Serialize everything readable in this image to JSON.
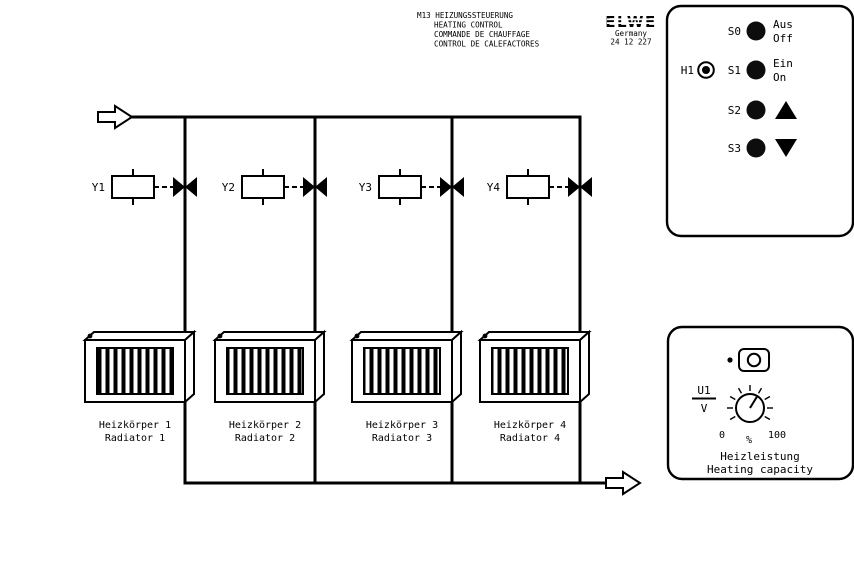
{
  "title_block": {
    "line1": "M13 HEIZUNGSSTEUERUNG",
    "line2": "HEATING CONTROL",
    "line3": "COMMANDE DE CHAUFFAGE",
    "line4": "CONTROL DE CALEFACTORES"
  },
  "logo": {
    "name": "ELWE",
    "country": "Germany",
    "number": "24 12 227"
  },
  "control_panel": {
    "h1": {
      "label": "H1"
    },
    "s0": {
      "label": "S0",
      "line1": "Aus",
      "line2": "Off"
    },
    "s1": {
      "label": "S1",
      "line1": "Ein",
      "line2": "On"
    },
    "s2": {
      "label": "S2"
    },
    "s3": {
      "label": "S3"
    }
  },
  "valves": [
    {
      "label": "Y1"
    },
    {
      "label": "Y2"
    },
    {
      "label": "Y3"
    },
    {
      "label": "Y4"
    }
  ],
  "radiators": [
    {
      "line1": "Heizkörper 1",
      "line2": "Radiator 1"
    },
    {
      "line1": "Heizkörper 2",
      "line2": "Radiator 2"
    },
    {
      "line1": "Heizkörper 3",
      "line2": "Radiator 3"
    },
    {
      "line1": "Heizkörper 4",
      "line2": "Radiator 4"
    }
  ],
  "capacity_panel": {
    "u_label": "U1",
    "v_label": "V",
    "scale_min": "0",
    "scale_unit": "%",
    "scale_max": "100",
    "line1": "Heizleistung",
    "line2": "Heating capacity"
  },
  "colors": {
    "line": "#000000",
    "background": "#ffffff",
    "button": "#0d0d0d"
  }
}
